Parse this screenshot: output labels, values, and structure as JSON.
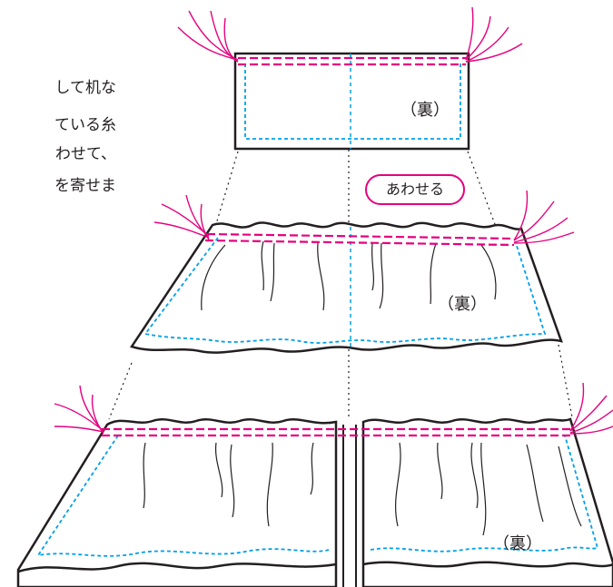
{
  "instructions": {
    "line1": "して机な",
    "line2": "ている糸",
    "line3": "わせて、",
    "line4": "を寄せま"
  },
  "labels": {
    "back_side": "（裏）",
    "align": "あわせる"
  },
  "colors": {
    "outline": "#231f20",
    "thread": "#e6007e",
    "seam_line": "#00a0e9",
    "guide": "#231f20"
  }
}
